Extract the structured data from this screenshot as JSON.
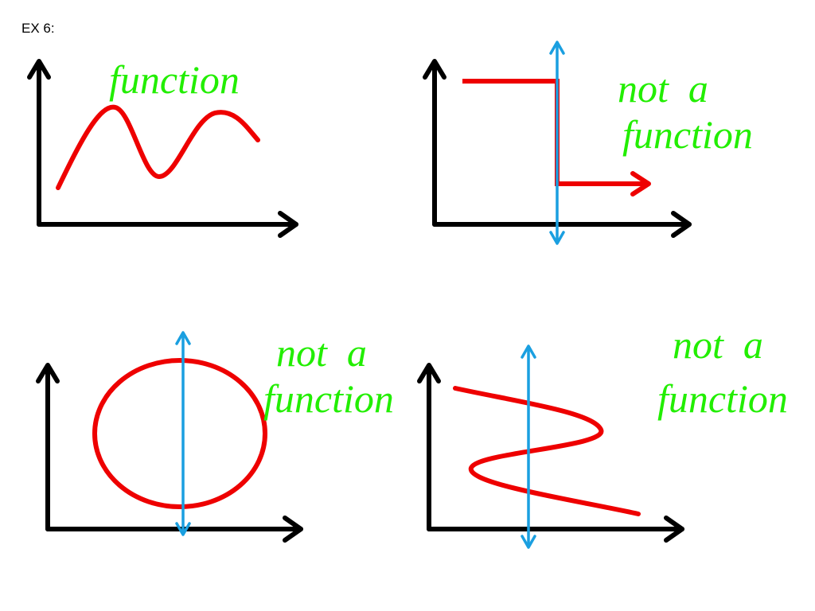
{
  "slide": {
    "title": "EX 6:"
  },
  "colors": {
    "axis": "#000000",
    "curve": "#ee0000",
    "test_line": "#1a9fe0",
    "label": "#22ee00"
  },
  "panels": [
    {
      "name": "wave",
      "label_lines": [
        "function"
      ],
      "is_function": true
    },
    {
      "name": "step",
      "label_lines": [
        "not  a",
        "function"
      ],
      "is_function": false
    },
    {
      "name": "circle",
      "label_lines": [
        "not  a",
        "function"
      ],
      "is_function": false
    },
    {
      "name": "s-curve",
      "label_lines": [
        "not  a",
        "function"
      ],
      "is_function": false
    }
  ]
}
